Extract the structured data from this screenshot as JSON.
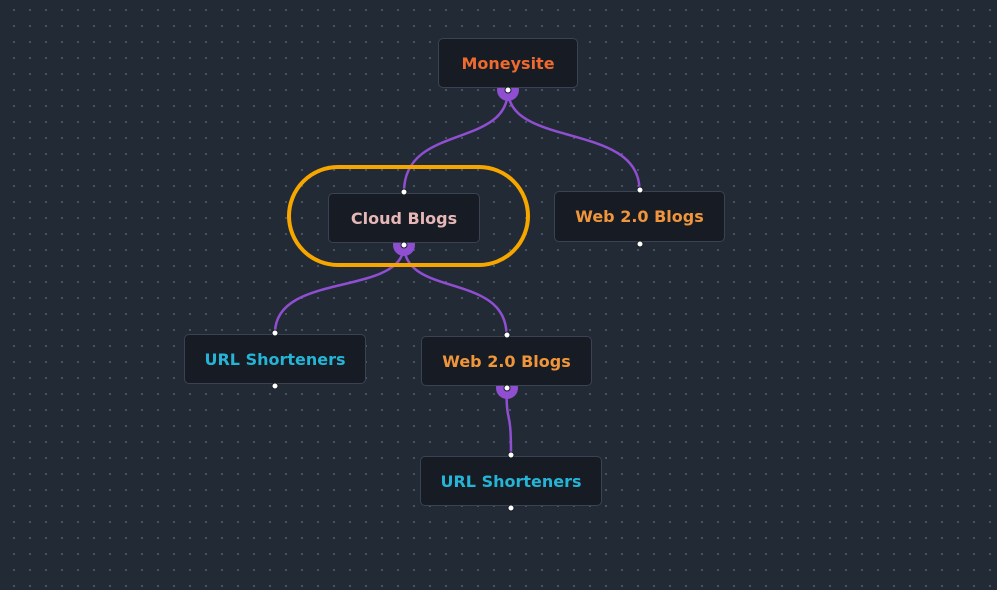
{
  "colors": {
    "background": "#222a36",
    "grid_dot": "#4a5566",
    "node_bg": "#171c24",
    "edge": "#8f4fd0",
    "highlight": "#f7a600"
  },
  "nodes": {
    "moneysite": {
      "label": "Moneysite",
      "color": "#ee6a2e"
    },
    "cloud": {
      "label": "Cloud Blogs",
      "color": "#e6b7b7"
    },
    "web20_right": {
      "label": "Web 2.0 Blogs",
      "color": "#f0953b"
    },
    "url_left": {
      "label": "URL Shorteners",
      "color": "#25b4d6"
    },
    "web20_mid": {
      "label": "Web 2.0 Blogs",
      "color": "#f0953b"
    },
    "url_bottom": {
      "label": "URL Shorteners",
      "color": "#25b4d6"
    }
  },
  "edges": [
    {
      "from": "moneysite",
      "to": "cloud"
    },
    {
      "from": "moneysite",
      "to": "web20_right"
    },
    {
      "from": "cloud",
      "to": "url_left"
    },
    {
      "from": "cloud",
      "to": "web20_mid"
    },
    {
      "from": "web20_mid",
      "to": "url_bottom"
    }
  ],
  "highlighted_node": "cloud"
}
